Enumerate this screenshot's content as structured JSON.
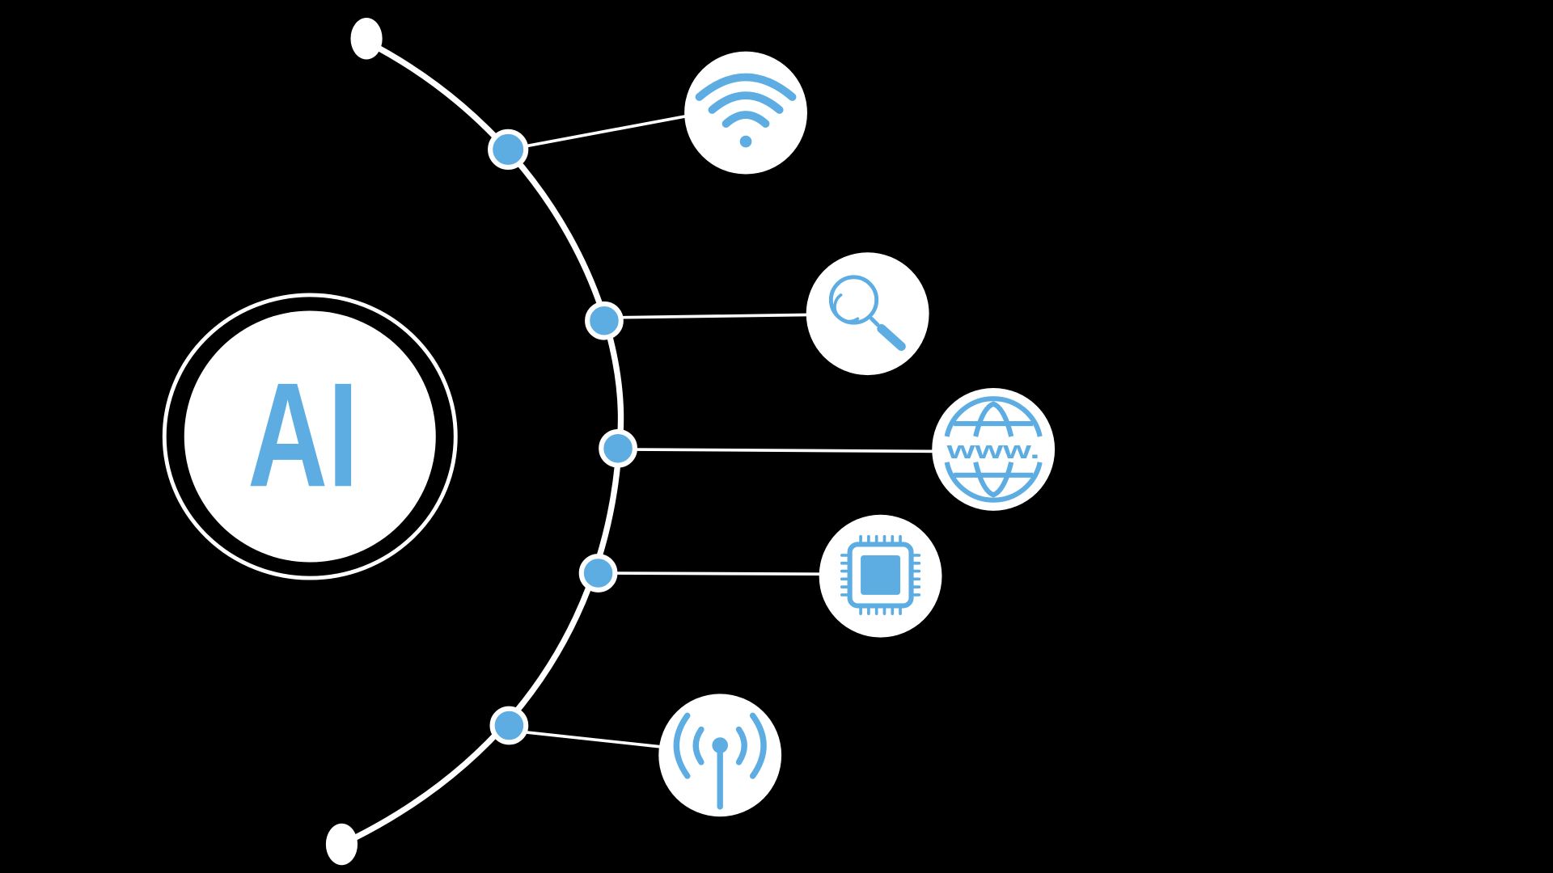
{
  "hub": {
    "label": "AI"
  },
  "nodes": [
    {
      "name": "wifi",
      "icon": "wifi-icon"
    },
    {
      "name": "search",
      "icon": "search-icon"
    },
    {
      "name": "web",
      "icon": "globe-www-icon",
      "label": "www."
    },
    {
      "name": "chip",
      "icon": "chip-icon"
    },
    {
      "name": "antenna",
      "icon": "antenna-icon"
    }
  ],
  "colors": {
    "accent": "#5dade2",
    "background": "#000000",
    "foreground": "#ffffff"
  }
}
